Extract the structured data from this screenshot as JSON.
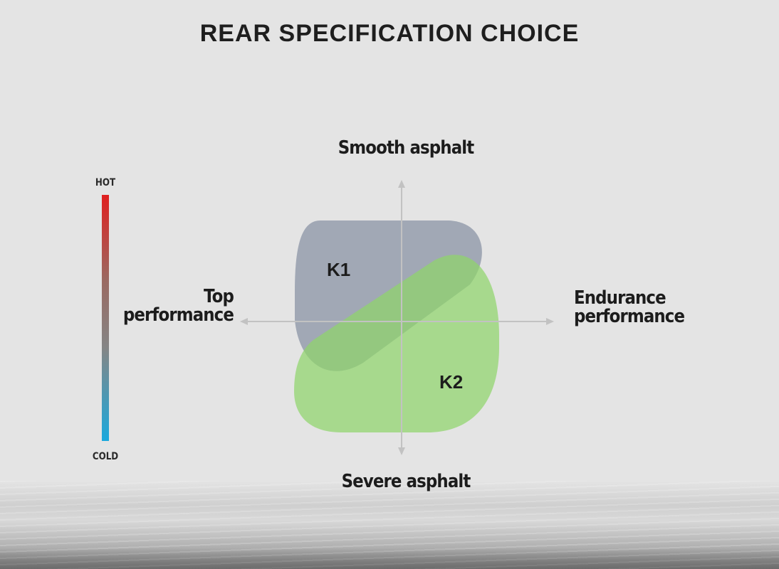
{
  "title": "REAR SPECIFICATION CHOICE",
  "axes": {
    "top": "Smooth asphalt",
    "bottom": "Severe asphalt",
    "left": [
      "Top",
      "performance"
    ],
    "right": [
      "Endurance",
      "performance"
    ]
  },
  "thermometer": {
    "top_label": "HOT",
    "bottom_label": "COLD",
    "colors": [
      "#e02020",
      "#858585",
      "#1ba9dd"
    ]
  },
  "compounds": [
    {
      "label": "K1",
      "color": "#9ba3b1"
    },
    {
      "label": "K2",
      "color": "#a7dc86"
    }
  ]
}
